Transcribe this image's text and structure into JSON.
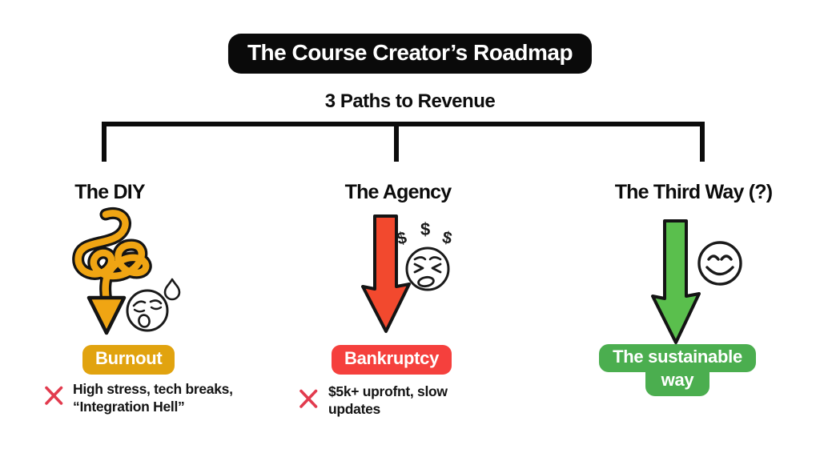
{
  "title": "The Course Creator’s Roadmap",
  "subtitle": "3 Paths to Revenue",
  "colors": {
    "background": "#ffffff",
    "black": "#141414",
    "gold_arrow": "#f0a513",
    "gold_pill": "#e1a30f",
    "red_arrow": "#f2492e",
    "red_pill": "#f5403d",
    "green_arrow": "#5abf4d",
    "green_pill": "#4bae4f",
    "x_mark": "#e23b4e"
  },
  "dollar_sign": "$",
  "paths": [
    {
      "heading": "The DIY",
      "icon": "tangled-arrow-down",
      "face": "worried-face-with-sweat-drop",
      "outcome": {
        "label": "Burnout"
      },
      "note": {
        "marker": "x",
        "lines": [
          "High stress, tech breaks,",
          "“Integration Hell”"
        ]
      }
    },
    {
      "heading": "The Agency",
      "icon": "straight-arrow-down",
      "face": "frustrated-face-with-dollar-signs",
      "outcome": {
        "label": "Bankruptcy"
      },
      "note": {
        "marker": "x",
        "lines": [
          "$5k+ uprofnt, slow",
          "updates"
        ]
      }
    },
    {
      "heading": "The Third Way (?)",
      "icon": "straight-arrow-down",
      "face": "smiley-face",
      "outcome": {
        "label_lines": [
          "The sustainable",
          "way"
        ]
      }
    }
  ]
}
